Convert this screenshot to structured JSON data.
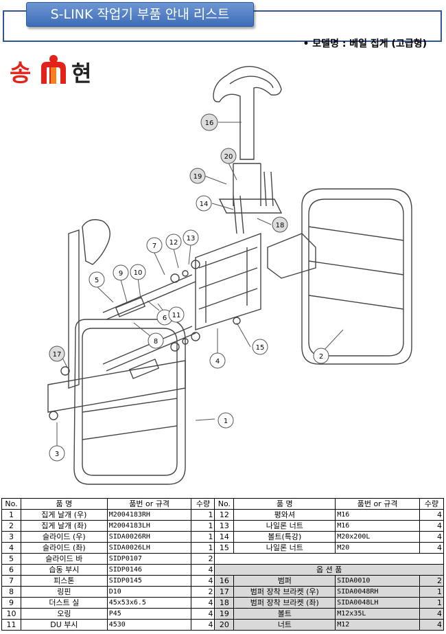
{
  "title": "S-LINK 작업기 부품 안내 리스트",
  "model": "• 모델명 : 베일 집게 (고급형)",
  "logo": {
    "left": "송",
    "right": "현"
  },
  "callouts": [
    "1",
    "2",
    "3",
    "4",
    "5",
    "6",
    "7",
    "8",
    "9",
    "10",
    "11",
    "12",
    "13",
    "14",
    "15",
    "16",
    "17",
    "18",
    "19",
    "20"
  ],
  "table": {
    "headers": {
      "no": "No.",
      "name": "품 명",
      "part": "품번 or 규격",
      "qty": "수량"
    },
    "left_rows": [
      {
        "no": "1",
        "name": "집게 날개 (우)",
        "part": "M2004183RH",
        "qty": "1"
      },
      {
        "no": "2",
        "name": "집게 날개 (좌)",
        "part": "M2004183LH",
        "qty": "1"
      },
      {
        "no": "3",
        "name": "슬라이드 (우)",
        "part": "SIDA0026RH",
        "qty": "1"
      },
      {
        "no": "4",
        "name": "슬라이드 (좌)",
        "part": "SIDA0026LH",
        "qty": "1"
      },
      {
        "no": "5",
        "name": "슬라이드 바",
        "part": "SIDP0107",
        "qty": "2"
      },
      {
        "no": "6",
        "name": "습동 부시",
        "part": "SIDP0146",
        "qty": "4"
      },
      {
        "no": "7",
        "name": "피스톤",
        "part": "SIDP0145",
        "qty": "4"
      },
      {
        "no": "8",
        "name": "링핀",
        "part": "D10",
        "qty": "2"
      },
      {
        "no": "9",
        "name": "더스트 실",
        "part": "45x53x6.5",
        "qty": "4"
      },
      {
        "no": "10",
        "name": "오링",
        "part": "P45",
        "qty": "4"
      },
      {
        "no": "11",
        "name": "DU 부시",
        "part": "4530",
        "qty": "4"
      }
    ],
    "right_rows": [
      {
        "no": "12",
        "name": "평와셔",
        "part": "M16",
        "qty": "4"
      },
      {
        "no": "13",
        "name": "나일론 너트",
        "part": "M16",
        "qty": "4"
      },
      {
        "no": "14",
        "name": "볼트(특강)",
        "part": "M20x200L",
        "qty": "4"
      },
      {
        "no": "15",
        "name": "나일론 너트",
        "part": "M20",
        "qty": "4"
      }
    ],
    "option_header": "옵 션 품",
    "option_rows": [
      {
        "no": "16",
        "name": "범퍼",
        "part": "SIDA0010",
        "qty": "2"
      },
      {
        "no": "17",
        "name": "범퍼 장착 브라켓 (우)",
        "part": "SIDA0048RH",
        "qty": "1"
      },
      {
        "no": "18",
        "name": "범퍼 장착 브라켓 (좌)",
        "part": "SIDA0048LH",
        "qty": "1"
      },
      {
        "no": "19",
        "name": "볼트",
        "part": "M12x35L",
        "qty": "4"
      },
      {
        "no": "20",
        "name": "너트",
        "part": "M12",
        "qty": "4"
      }
    ]
  }
}
